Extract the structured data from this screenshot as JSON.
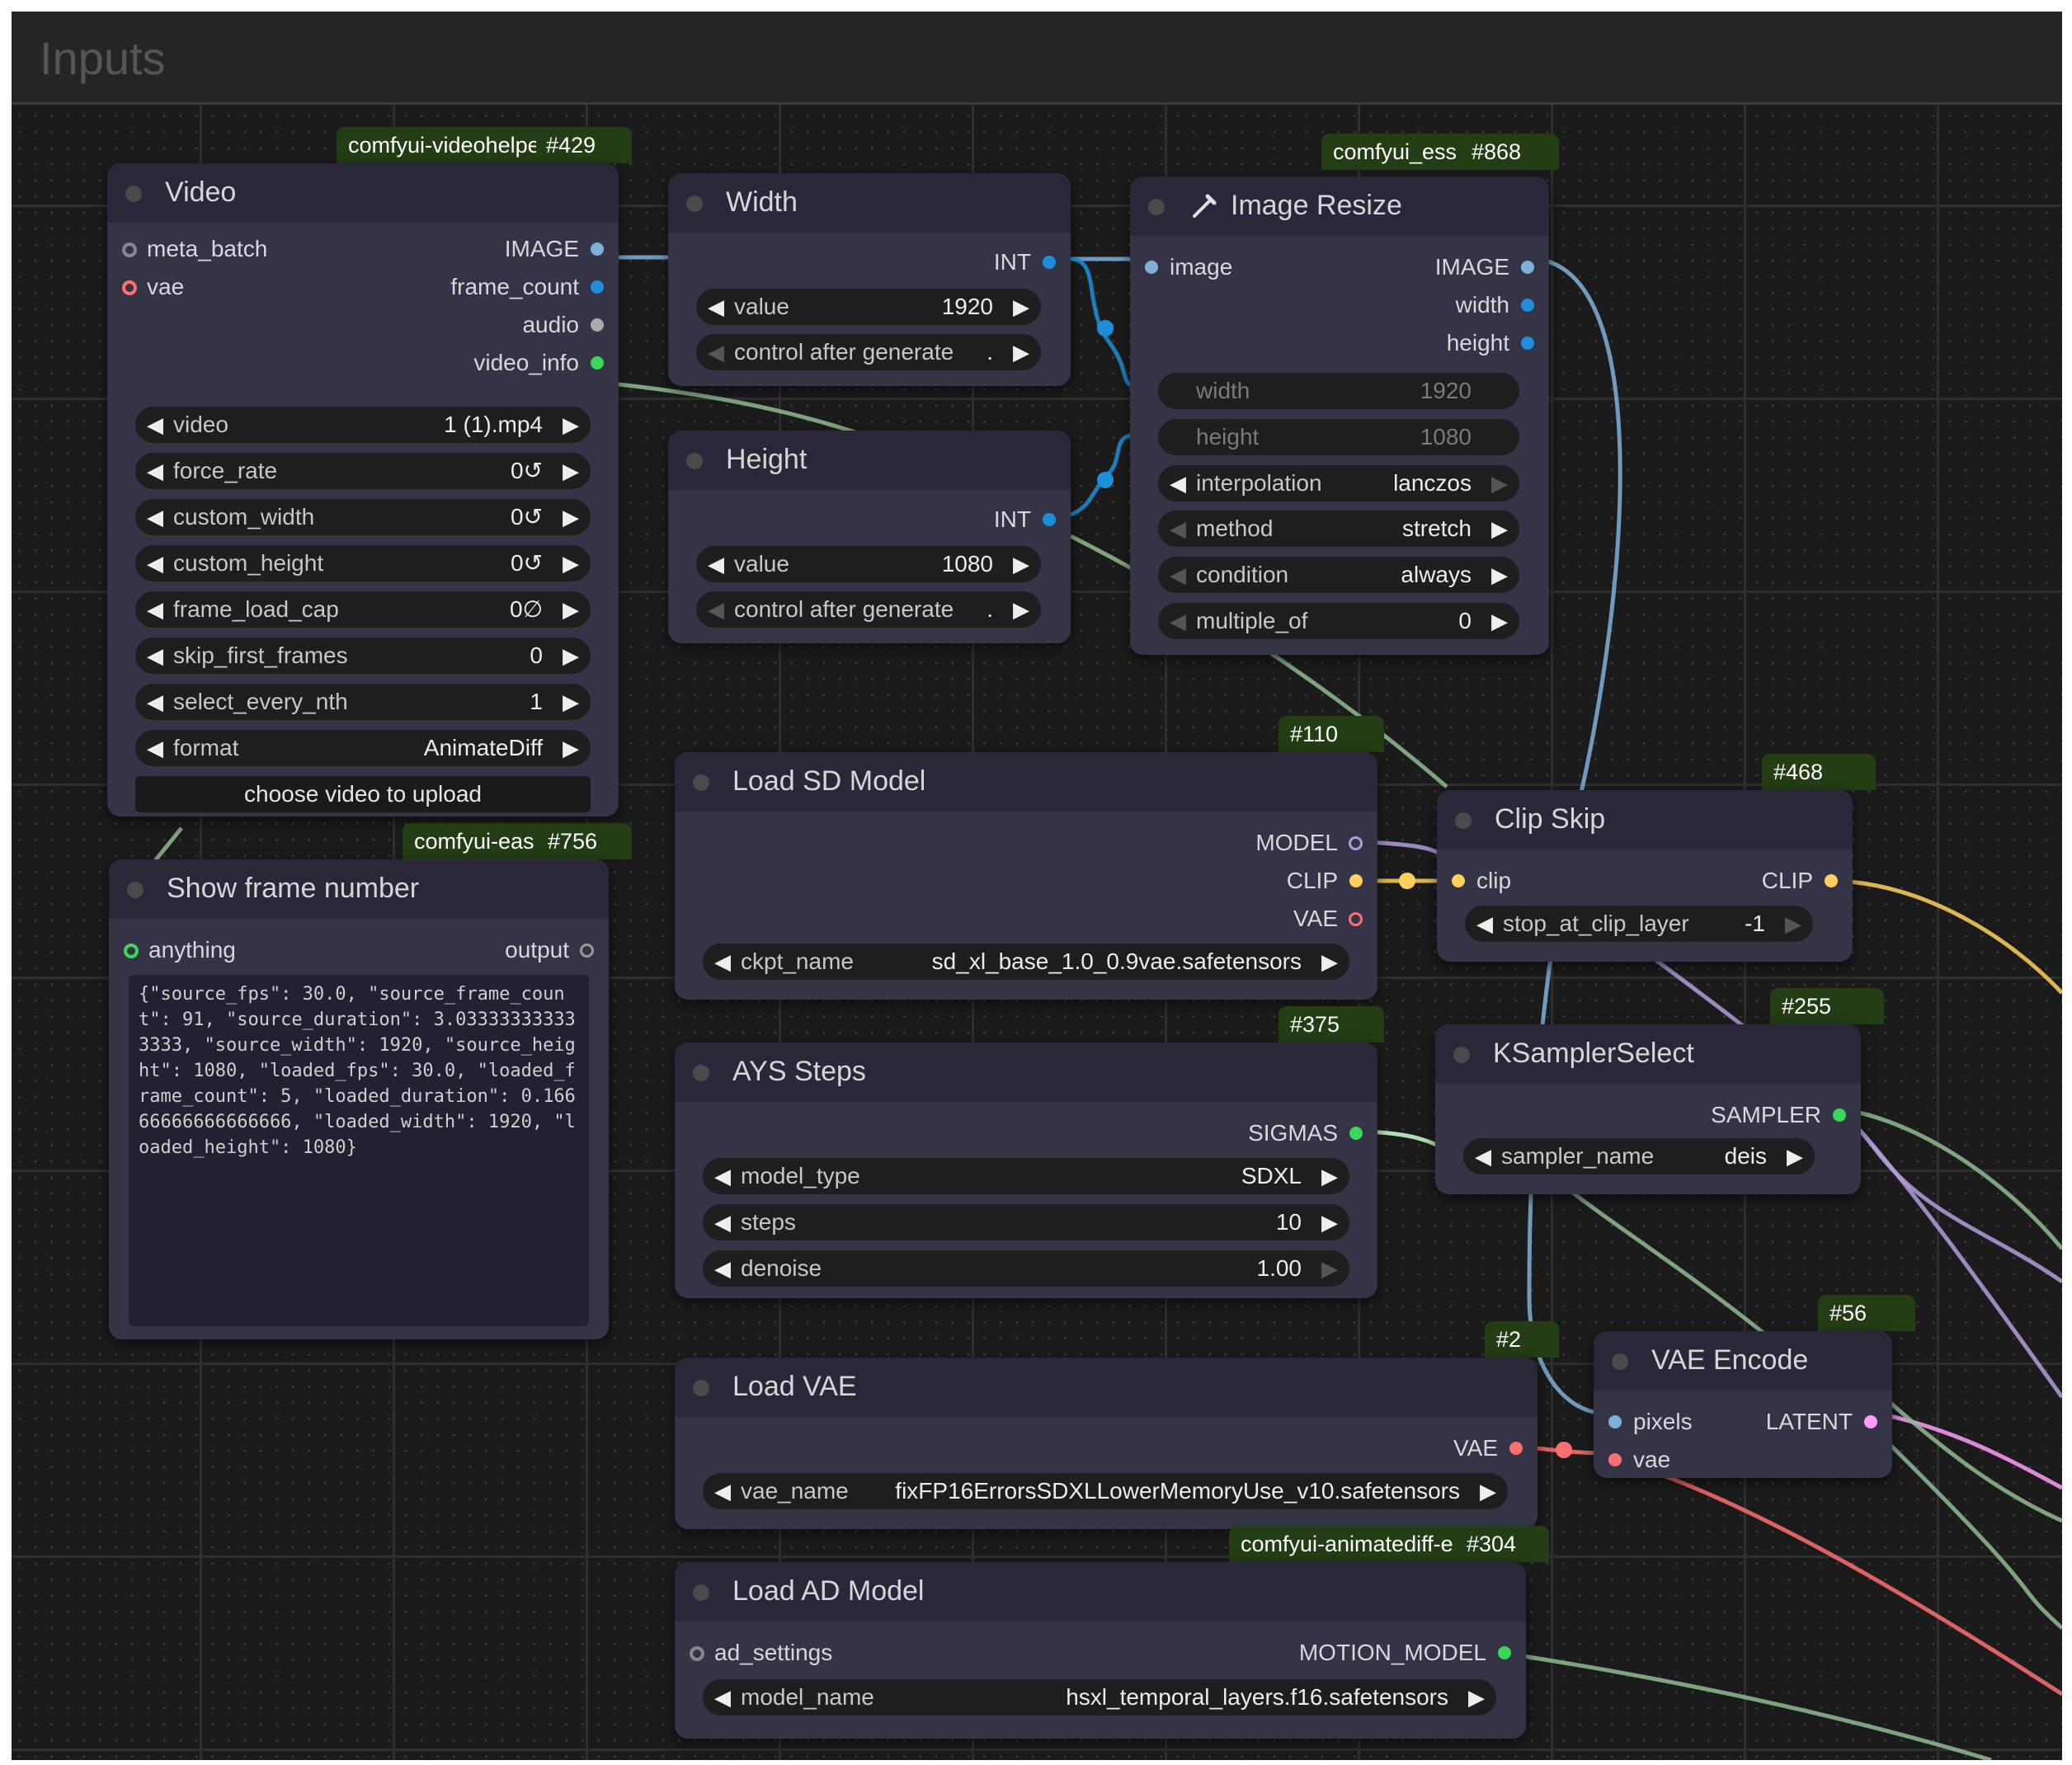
{
  "group": {
    "title": "Inputs"
  },
  "colors": {
    "image": "#7fb1d8",
    "int": "#1d8fd8",
    "model": "#b39ddb",
    "clip": "#ffd15c",
    "vae": "#ff6f6f",
    "latent": "#ff9cf9",
    "sigmas": "#cdffcd",
    "sampler": "#ecb4b4",
    "motion_model": "#8fbc8f",
    "any": "#cfcfcf"
  },
  "nodes": {
    "video": {
      "title": "Video",
      "badge_pkg": "comfyui-videohelpe",
      "badge_id": "#429",
      "inputs": [
        "meta_batch",
        "vae"
      ],
      "outputs": [
        "IMAGE",
        "frame_count",
        "audio",
        "video_info"
      ],
      "widgets": [
        {
          "label": "video",
          "value": "1 (1).mp4"
        },
        {
          "label": "force_rate",
          "value": "0↺"
        },
        {
          "label": "custom_width",
          "value": "0↺"
        },
        {
          "label": "custom_height",
          "value": "0↺"
        },
        {
          "label": "frame_load_cap",
          "value": "0∅"
        },
        {
          "label": "skip_first_frames",
          "value": "0"
        },
        {
          "label": "select_every_nth",
          "value": "1"
        },
        {
          "label": "format",
          "value": "AnimateDiff"
        }
      ],
      "upload_button": "choose video to upload"
    },
    "width": {
      "title": "Width",
      "output": "INT",
      "widgets": [
        {
          "label": "value",
          "value": "1920"
        },
        {
          "label": "control after generate",
          "value": "."
        }
      ]
    },
    "height": {
      "title": "Height",
      "output": "INT",
      "widgets": [
        {
          "label": "value",
          "value": "1080"
        },
        {
          "label": "control after generate",
          "value": "."
        }
      ]
    },
    "resize": {
      "title": "Image Resize",
      "badge_pkg": "comfyui_ess",
      "badge_id": "#868",
      "input": "image",
      "outputs": [
        "IMAGE",
        "width",
        "height"
      ],
      "widgets": [
        {
          "label": "width",
          "value": "1920"
        },
        {
          "label": "height",
          "value": "1080"
        },
        {
          "label": "interpolation",
          "value": "lanczos"
        },
        {
          "label": "method",
          "value": "stretch"
        },
        {
          "label": "condition",
          "value": "always"
        },
        {
          "label": "multiple_of",
          "value": "0"
        }
      ]
    },
    "show_frame": {
      "title": "Show frame number",
      "badge_pkg": "comfyui-eas",
      "badge_id": "#756",
      "input": "anything",
      "output": "output",
      "text": "{\"source_fps\": 30.0, \"source_frame_count\": 91, \"source_duration\": 3.033333333333333, \"source_width\": 1920, \"source_height\": 1080, \"loaded_fps\": 30.0, \"loaded_frame_count\": 5, \"loaded_duration\": 0.16666666666666666, \"loaded_width\": 1920, \"loaded_height\": 1080}"
    },
    "load_sd": {
      "title": "Load SD Model",
      "badge_id": "#110",
      "outputs": [
        "MODEL",
        "CLIP",
        "VAE"
      ],
      "widget": {
        "label": "ckpt_name",
        "value": "sd_xl_base_1.0_0.9vae.safetensors"
      }
    },
    "clip_skip": {
      "title": "Clip Skip",
      "badge_id": "#468",
      "input": "clip",
      "output": "CLIP",
      "widget": {
        "label": "stop_at_clip_layer",
        "value": "-1"
      }
    },
    "ays": {
      "title": "AYS Steps",
      "badge_id": "#375",
      "output": "SIGMAS",
      "widgets": [
        {
          "label": "model_type",
          "value": "SDXL"
        },
        {
          "label": "steps",
          "value": "10"
        },
        {
          "label": "denoise",
          "value": "1.00"
        }
      ]
    },
    "ksampler": {
      "title": "KSamplerSelect",
      "badge_id": "#255",
      "output": "SAMPLER",
      "widget": {
        "label": "sampler_name",
        "value": "deis"
      }
    },
    "load_vae": {
      "title": "Load VAE",
      "badge_id": "#2",
      "output": "VAE",
      "widget": {
        "label": "vae_name",
        "value": "fixFP16ErrorsSDXLLowerMemoryUse_v10.safetensors"
      }
    },
    "vae_encode": {
      "title": "VAE Encode",
      "badge_id": "#56",
      "inputs": [
        "pixels",
        "vae"
      ],
      "output": "LATENT"
    },
    "load_ad": {
      "title": "Load AD Model",
      "badge_pkg": "comfyui-animatediff-e",
      "badge_id": "#304",
      "input": "ad_settings",
      "output": "MOTION_MODEL",
      "widget": {
        "label": "model_name",
        "value": "hsxl_temporal_layers.f16.safetensors"
      }
    }
  }
}
